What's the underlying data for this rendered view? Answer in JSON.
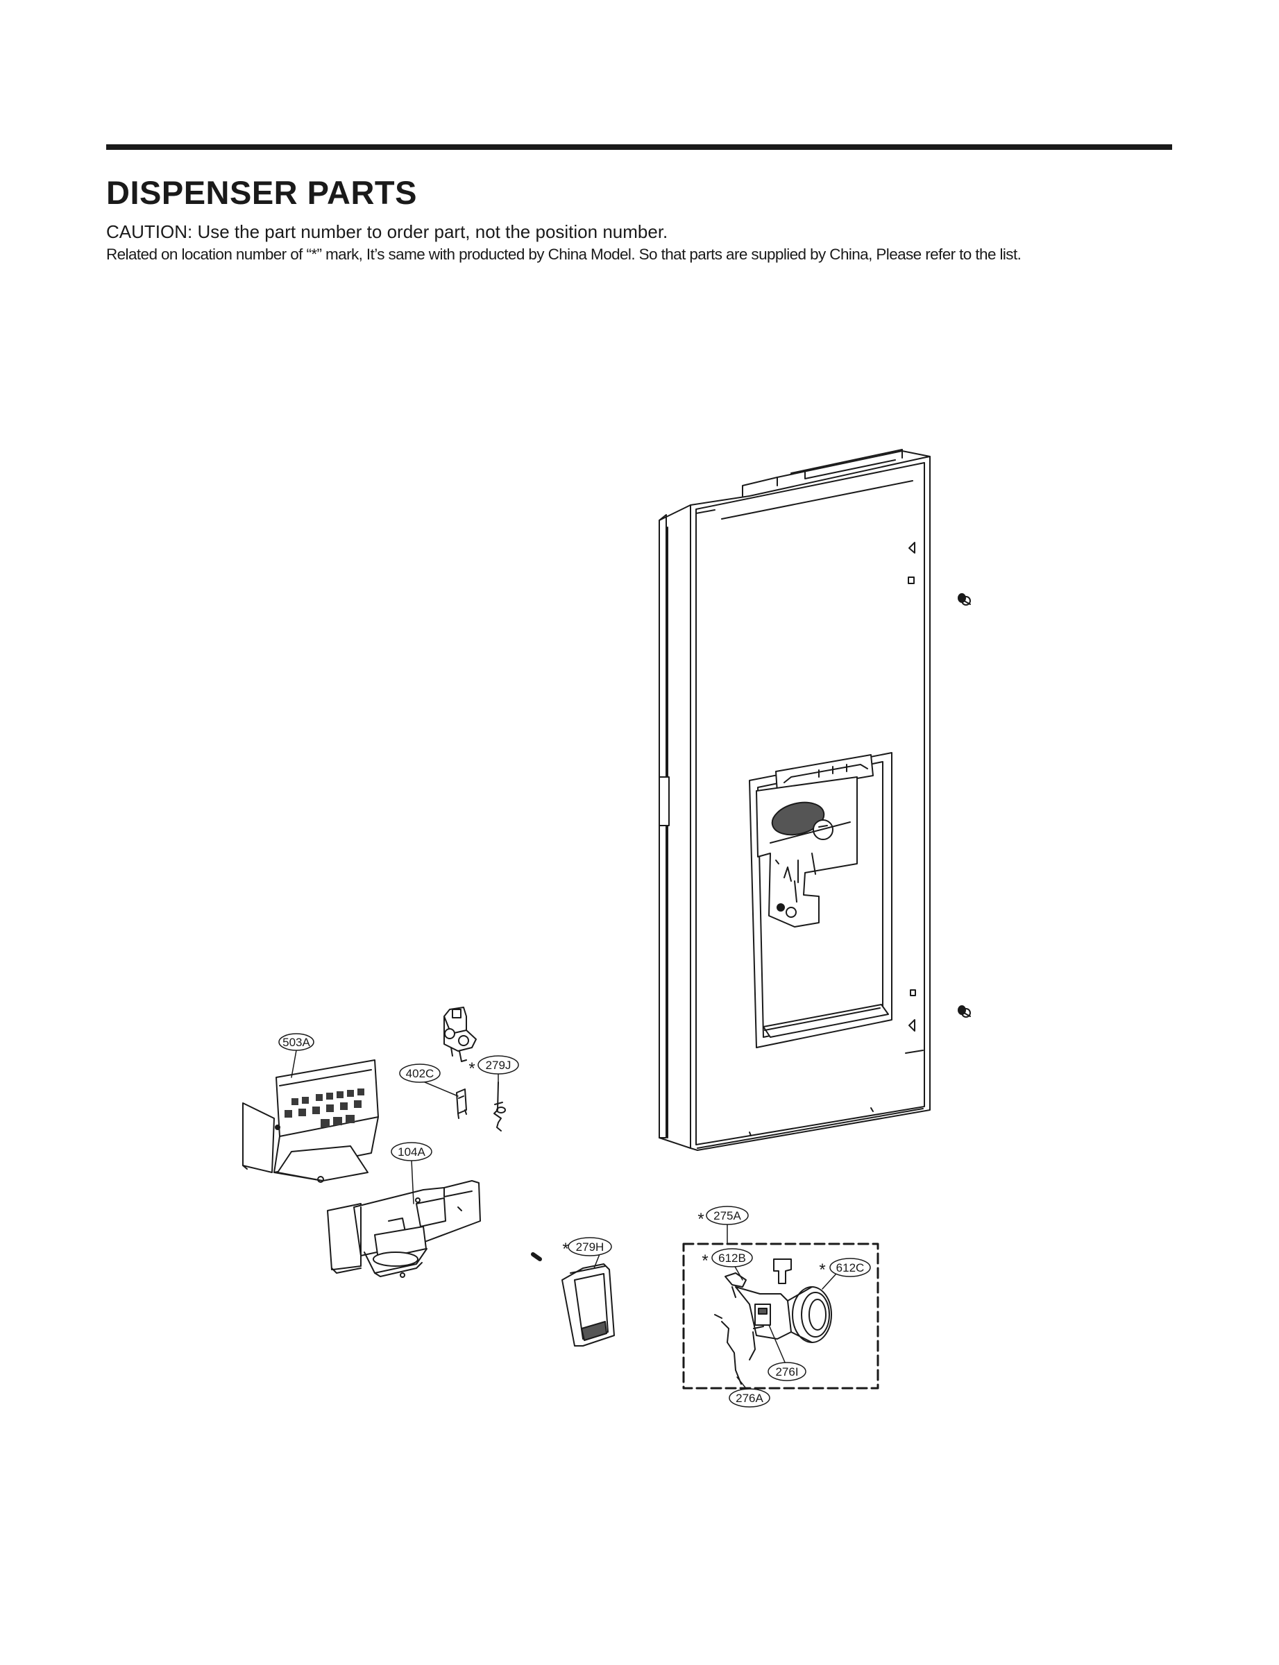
{
  "header": {
    "title": "DISPENSER PARTS",
    "caution": "CAUTION: Use the part number to order part, not the position number.",
    "note": "Related on location number of “*” mark, It’s same with producted by China Model. So that parts are supplied by China, Please refer to the list."
  },
  "labels": {
    "l503A": "503A",
    "l402C": "402C",
    "l279J": "279J",
    "l104A": "104A",
    "l275A": "275A",
    "l279H": "279H",
    "l612B": "612B",
    "l612C": "612C",
    "l276I": "276I",
    "l276A": "276A",
    "star": "*"
  }
}
